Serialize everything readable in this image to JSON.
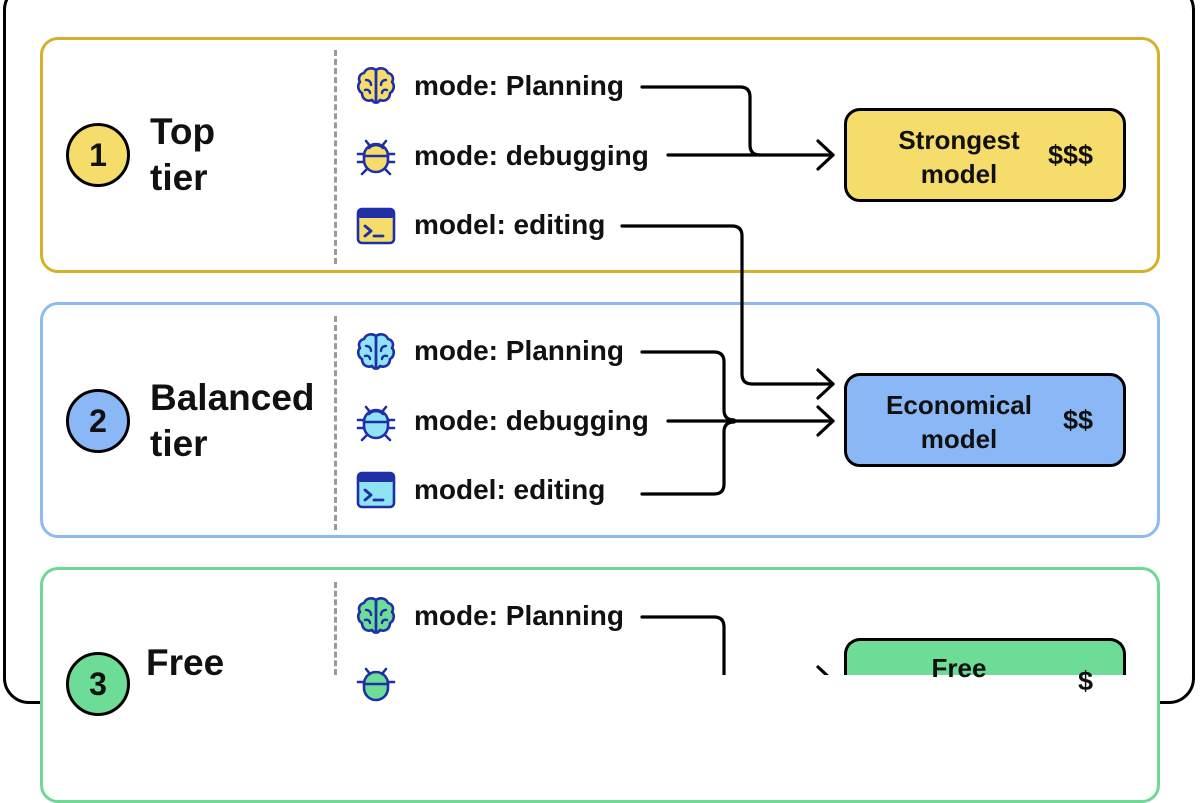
{
  "colors": {
    "top_border": "#d4b12a",
    "top_fill": "#f5dc6b",
    "balanced_border": "#8ebaf0",
    "balanced_fill": "#8ab8f7",
    "free_border": "#6fd896",
    "free_fill": "#6ddc96",
    "icon_dark_blue": "#1f2fa5"
  },
  "tiers": [
    {
      "number": "1",
      "name_line1": "Top",
      "name_line2": "tier",
      "rows": [
        {
          "icon": "brain-icon",
          "label": "mode: Planning"
        },
        {
          "icon": "bug-icon",
          "label": "mode: debugging"
        },
        {
          "icon": "terminal-icon",
          "label": "model: editing"
        }
      ],
      "model_line1": "Strongest",
      "model_line2": "model",
      "cost": "$$$"
    },
    {
      "number": "2",
      "name_line1": "Balanced",
      "name_line2": "tier",
      "rows": [
        {
          "icon": "brain-icon",
          "label": "mode: Planning"
        },
        {
          "icon": "bug-icon",
          "label": "mode: debugging"
        },
        {
          "icon": "terminal-icon",
          "label": "model: editing"
        }
      ],
      "model_line1": "Economical",
      "model_line2": "model",
      "cost": "$$"
    },
    {
      "number": "3",
      "name_line1": "Free",
      "rows": [
        {
          "icon": "brain-icon",
          "label": "mode: Planning"
        },
        {
          "icon": "bug-icon"
        }
      ],
      "model_line1": "Free",
      "cost": "$"
    }
  ]
}
